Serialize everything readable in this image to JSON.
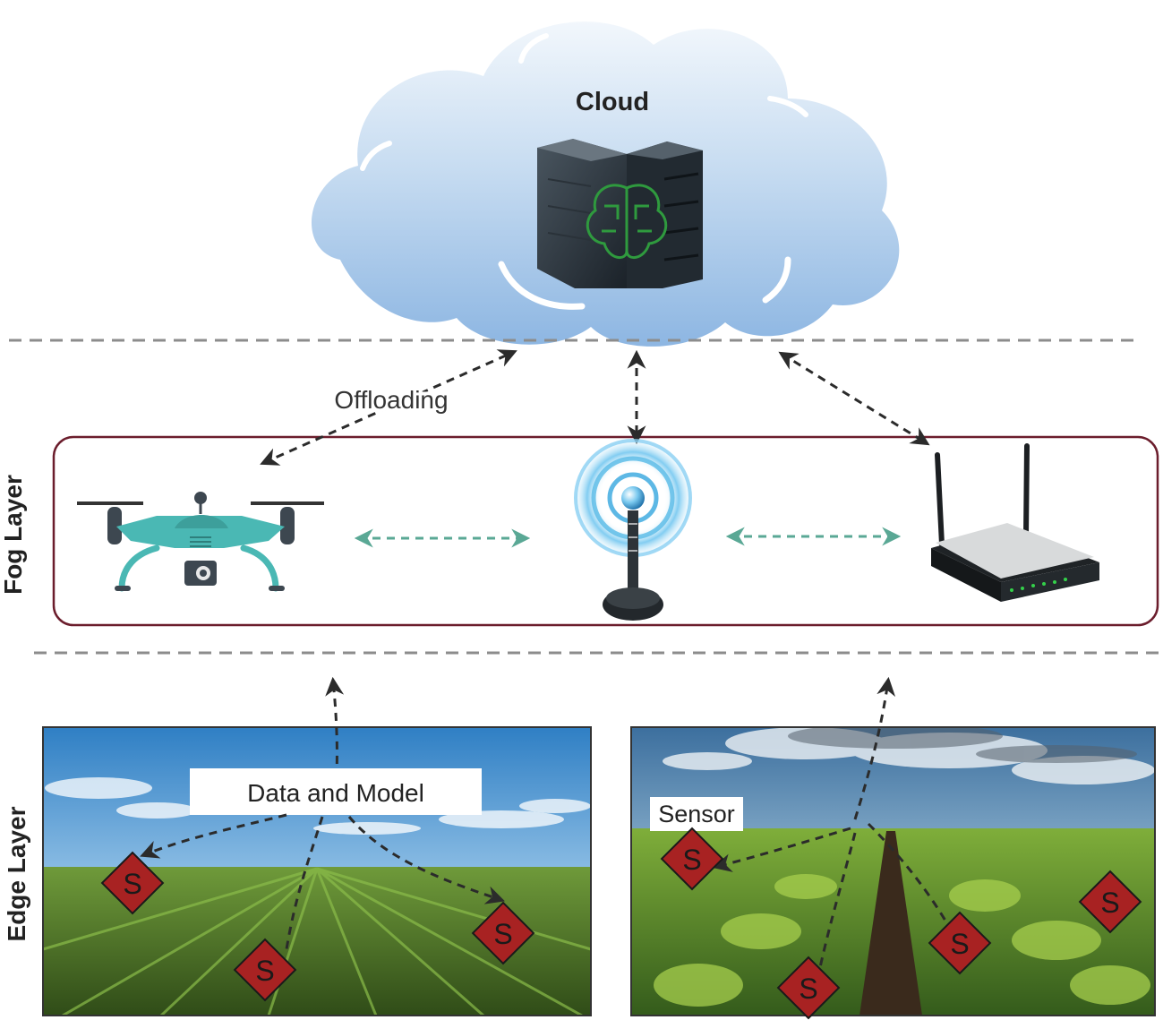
{
  "cloud": {
    "label": "Cloud"
  },
  "layers": {
    "fog": "Fog Layer",
    "edge": "Edge Layer"
  },
  "labels": {
    "offloading": "Offloading",
    "data_model": "Data and Model",
    "sensor": "Sensor",
    "sensor_mark": "S"
  },
  "colors": {
    "cloud_fill_top": "#eaf3fb",
    "cloud_fill_bottom": "#8fb8e3",
    "fog_border": "#6b1d2c",
    "divider": "#8c8c8c",
    "arrow_dark": "#2b2b2b",
    "arrow_teal": "#5aa895",
    "drone_body": "#4ab8b4",
    "sensor_fill": "#a82222",
    "server_brain": "#2f9a3e"
  },
  "icons": {
    "cloud": "cloud-icon",
    "server": "server-ai-icon",
    "drone": "drone-icon",
    "antenna": "wireless-antenna-icon",
    "router": "wifi-router-icon",
    "sensor": "sensor-icon"
  }
}
